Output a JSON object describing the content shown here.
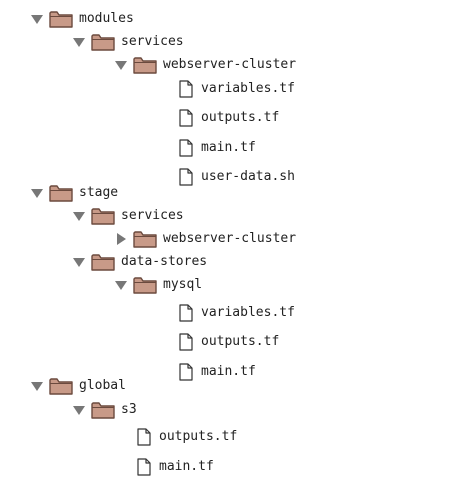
{
  "colors": {
    "folder_fill": "#c89a88",
    "folder_stroke": "#6b4a3e",
    "file_stroke": "#333333",
    "toggle": "#777777",
    "text": "#222222"
  },
  "tree": [
    {
      "label": "modules",
      "kind": "folder",
      "depth": 0,
      "state": "expanded",
      "icon": "folder-icon"
    },
    {
      "label": "services",
      "kind": "folder",
      "depth": 1,
      "state": "expanded",
      "icon": "folder-icon"
    },
    {
      "label": "webserver-cluster",
      "kind": "folder",
      "depth": 2,
      "state": "expanded",
      "icon": "folder-icon"
    },
    {
      "label": "variables.tf",
      "kind": "file",
      "depth": 3,
      "icon": "file-icon"
    },
    {
      "label": "outputs.tf",
      "kind": "file",
      "depth": 3,
      "icon": "file-icon"
    },
    {
      "label": "main.tf",
      "kind": "file",
      "depth": 3,
      "icon": "file-icon"
    },
    {
      "label": "user-data.sh",
      "kind": "file",
      "depth": 3,
      "icon": "file-icon"
    },
    {
      "label": "stage",
      "kind": "folder",
      "depth": 0,
      "state": "expanded",
      "icon": "folder-icon"
    },
    {
      "label": "services",
      "kind": "folder",
      "depth": 1,
      "state": "expanded",
      "icon": "folder-icon"
    },
    {
      "label": "webserver-cluster",
      "kind": "folder",
      "depth": 2,
      "state": "collapsed",
      "icon": "folder-icon"
    },
    {
      "label": "data-stores",
      "kind": "folder",
      "depth": 1,
      "state": "expanded",
      "icon": "folder-icon"
    },
    {
      "label": "mysql",
      "kind": "folder",
      "depth": 2,
      "state": "expanded",
      "icon": "folder-icon"
    },
    {
      "label": "variables.tf",
      "kind": "file",
      "depth": 3,
      "icon": "file-icon"
    },
    {
      "label": "outputs.tf",
      "kind": "file",
      "depth": 3,
      "icon": "file-icon"
    },
    {
      "label": "main.tf",
      "kind": "file",
      "depth": 3,
      "icon": "file-icon"
    },
    {
      "label": "global",
      "kind": "folder",
      "depth": 0,
      "state": "expanded",
      "icon": "folder-icon"
    },
    {
      "label": "s3",
      "kind": "folder",
      "depth": 1,
      "state": "expanded",
      "icon": "folder-icon"
    },
    {
      "label": "outputs.tf",
      "kind": "file",
      "depth": 2,
      "icon": "file-icon"
    },
    {
      "label": "main.tf",
      "kind": "file",
      "depth": 2,
      "icon": "file-icon"
    }
  ]
}
